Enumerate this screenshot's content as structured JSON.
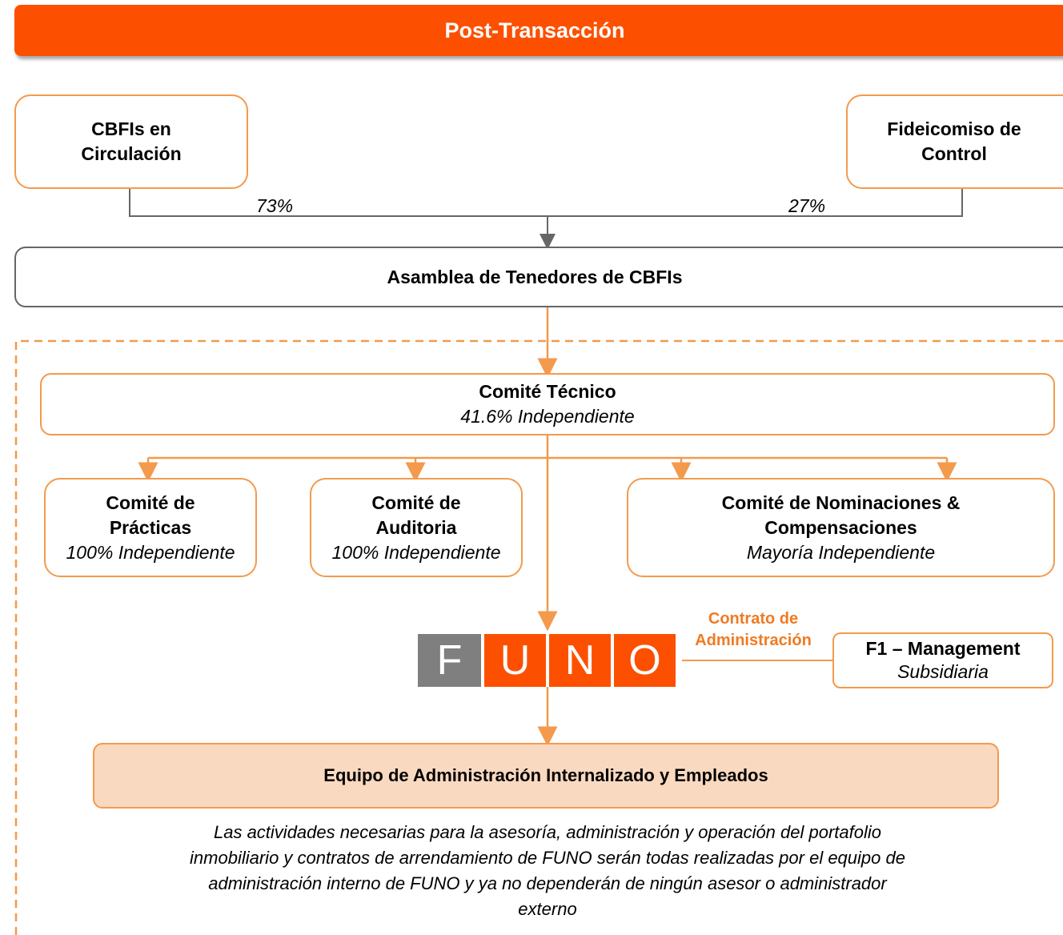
{
  "header": {
    "title": "Post-Transacción"
  },
  "nodes": {
    "cbfis": {
      "line1": "CBFIs en",
      "line2": "Circulación"
    },
    "fideicomiso": {
      "line1": "Fideicomiso de",
      "line2": "Control"
    },
    "asamblea": {
      "label": "Asamblea de Tenedores de CBFIs"
    },
    "comite_tecnico": {
      "label": "Comité Técnico",
      "sub": "41.6% Independiente"
    },
    "practicas": {
      "line1": "Comité de",
      "line2": "Prácticas",
      "sub": "100% Independiente"
    },
    "auditoria": {
      "line1": "Comité de",
      "line2": "Auditoria",
      "sub": "100% Independiente"
    },
    "nominaciones": {
      "line1": "Comité de Nominaciones &",
      "line2": "Compensaciones",
      "sub": "Mayoría Independiente"
    },
    "f1": {
      "label": "F1 – Management",
      "sub": "Subsidiaria"
    },
    "equipo": {
      "label": "Equipo de Administración Internalizado y Empleados"
    }
  },
  "edges": {
    "pct_left": "73%",
    "pct_right": "27%",
    "contract_line1": "Contrato de",
    "contract_line2": "Administración"
  },
  "logo": {
    "letters": [
      "F",
      "U",
      "N",
      "O"
    ],
    "colors": [
      "#7f7f7f",
      "#fc5000",
      "#fc5000",
      "#fc5000"
    ]
  },
  "footer": {
    "line1": "Las actividades necesarias para la asesoría, administración y operación del portafolio",
    "line2": "inmobiliario y contratos de arrendamiento de FUNO serán todas realizadas por el equipo de",
    "line3": "administración interno de FUNO y ya no dependerán de ningún asesor o administrador",
    "line4": "externo"
  }
}
